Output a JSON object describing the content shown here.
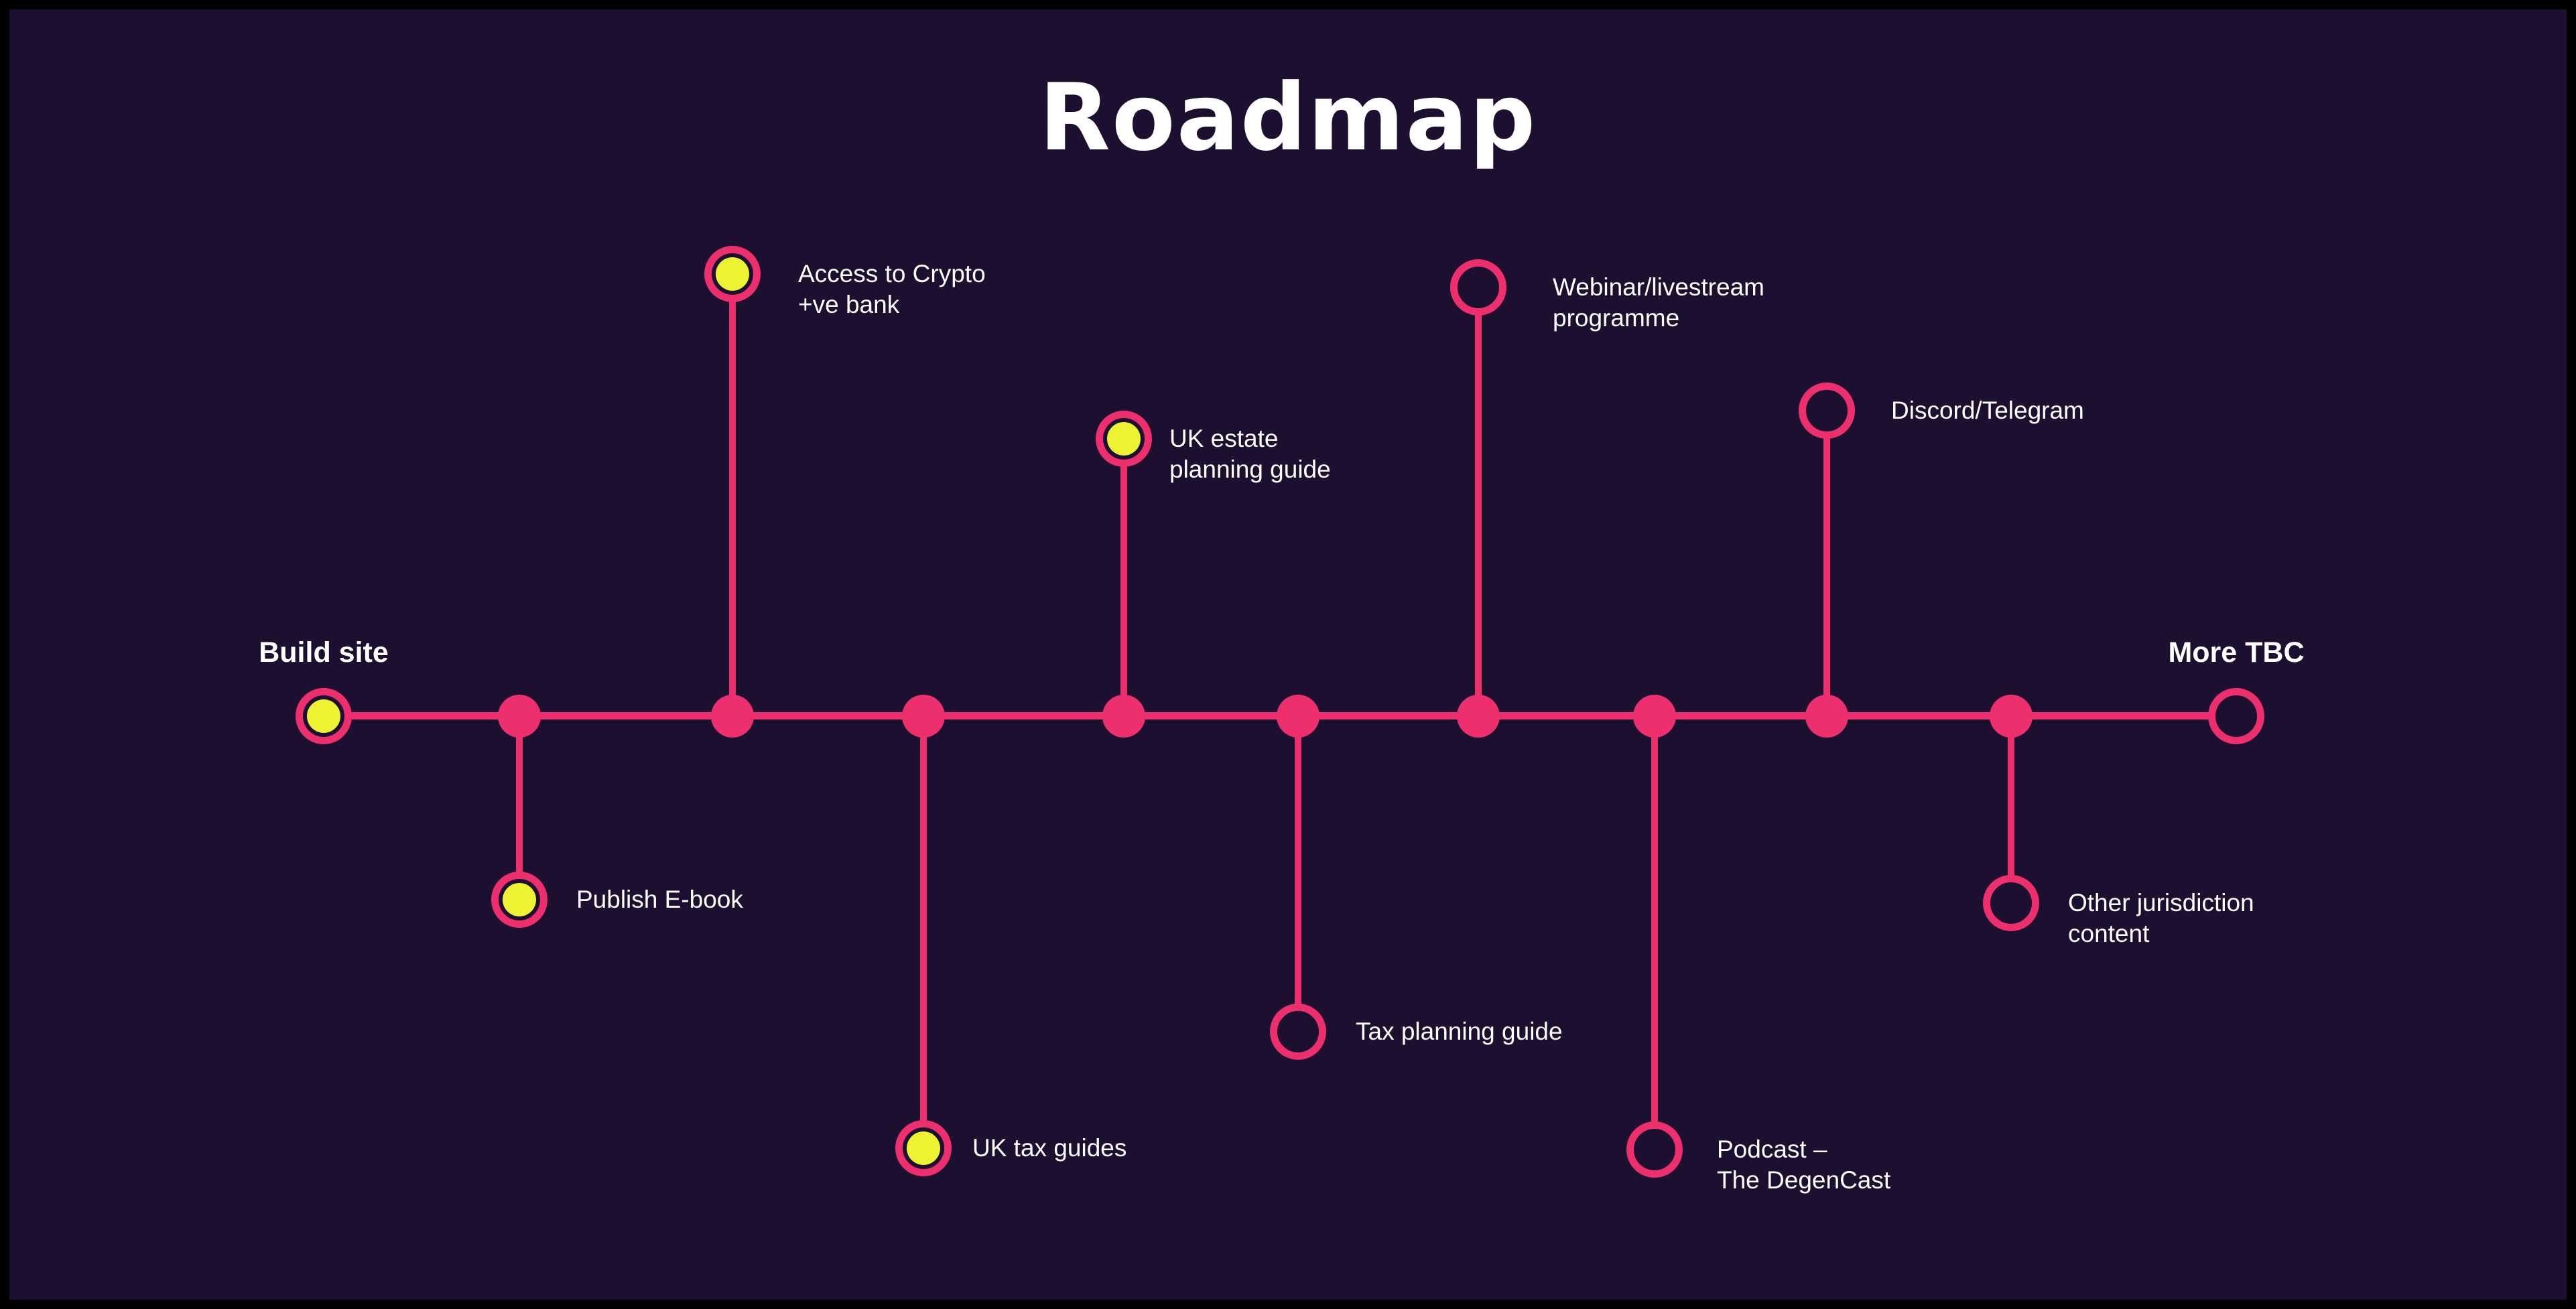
{
  "title": "Roadmap",
  "colors": {
    "background": "#1D0F30",
    "accent_pink": "#ED2F6E",
    "done_yellow": "#EDF233",
    "text": "#FFFFFF"
  },
  "timeline": {
    "start": {
      "label": "Build site",
      "status": "done"
    },
    "end": {
      "label": "More TBC",
      "status": "planned"
    },
    "milestones": [
      {
        "label": "Publish E-book",
        "status": "done",
        "direction": "down"
      },
      {
        "label": "Access to Crypto\n+ve bank",
        "status": "done",
        "direction": "up"
      },
      {
        "label": "UK tax guides",
        "status": "done",
        "direction": "down"
      },
      {
        "label": "UK estate\nplanning guide",
        "status": "done",
        "direction": "up"
      },
      {
        "label": "Tax planning guide",
        "status": "planned",
        "direction": "down"
      },
      {
        "label": "Webinar/livestream\nprogramme",
        "status": "planned",
        "direction": "up"
      },
      {
        "label": "Podcast –\nThe DegenCast",
        "status": "planned",
        "direction": "down"
      },
      {
        "label": "Discord/Telegram",
        "status": "planned",
        "direction": "up"
      },
      {
        "label": "Other jurisdiction\ncontent",
        "status": "planned",
        "direction": "down"
      }
    ]
  }
}
